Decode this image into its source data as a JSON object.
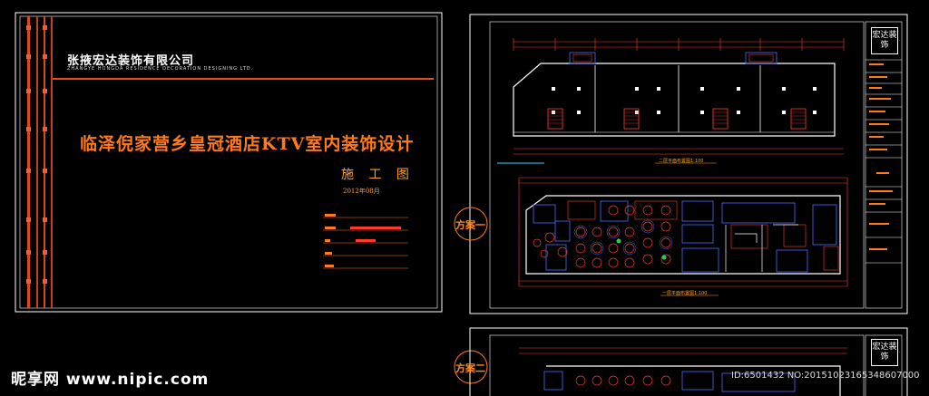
{
  "cover_sheet": {
    "company_name": "张掖宏达装饰有限公司",
    "company_name_en": "ZHANGYE HONGDA RESIDENCE DECORATION DESIGNING LTD.",
    "project_title": "临泽倪家营乡皇冠酒店KTV室内装饰设计",
    "drawing_type": "施 工 图",
    "date": "2012年08月"
  },
  "sheet_scheme_1": {
    "scheme_label": "方案一",
    "stamp": "宏达装饰",
    "plan_top_caption": "二层平面布置图1:100",
    "plan_bottom_caption": "一层平面布置图1:100"
  },
  "sheet_scheme_2": {
    "scheme_label": "方案二",
    "stamp": "宏达装饰"
  },
  "watermark": {
    "site_brand": "昵享网 www.nipic.com",
    "image_id": "ID:6501432 NO:20151023165348607000"
  },
  "colors": {
    "background": "#000000",
    "frame_line": "#ffffff",
    "accent_orange": "#ff7a1a",
    "plan_red": "#ff3b2e",
    "plan_blue": "#4a6cff",
    "plan_cyan": "#3ad4ff"
  }
}
